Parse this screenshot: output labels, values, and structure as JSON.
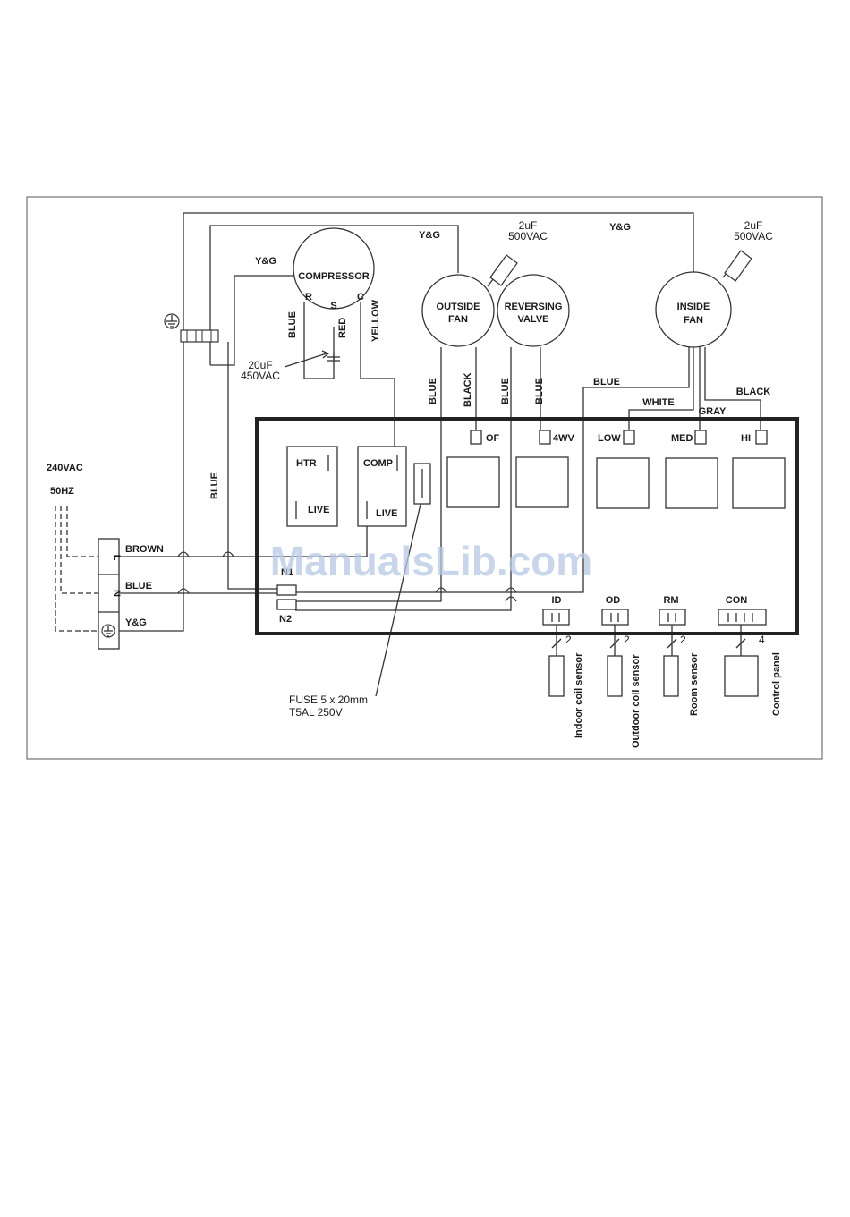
{
  "supply": {
    "voltage": "240VAC",
    "frequency": "50HZ"
  },
  "terminal_block": {
    "l_mark": "L",
    "n_mark": "N"
  },
  "wires": {
    "brown": "BROWN",
    "blue": "BLUE",
    "yg": "Y&G",
    "red": "RED",
    "yellow": "YELLOW",
    "black": "BLACK",
    "white": "WHITE",
    "gray": "GRAY"
  },
  "compressor": {
    "name": "COMPRESSOR",
    "r": "R",
    "s": "S",
    "c": "C",
    "cap_value": "20uF",
    "cap_voltage": "450VAC"
  },
  "outside_fan": {
    "line1": "OUTSIDE",
    "line2": "FAN",
    "cap_value": "2uF",
    "cap_voltage": "500VAC"
  },
  "reversing_valve": {
    "line1": "REVERSING",
    "line2": "VALVE"
  },
  "inside_fan": {
    "line1": "INSIDE",
    "line2": "FAN",
    "cap_value": "2uF",
    "cap_voltage": "500VAC"
  },
  "board": {
    "htr": "HTR",
    "comp": "COMP",
    "live": "LIVE",
    "of": "OF",
    "four_wv": "4WV",
    "low": "LOW",
    "med": "MED",
    "hi": "HI",
    "n1": "N1",
    "n2": "N2",
    "id": "ID",
    "od": "OD",
    "rm": "RM",
    "con": "CON"
  },
  "fuse": {
    "line1": "FUSE 5 x 20mm",
    "line2": "T5AL 250V"
  },
  "sensors": [
    {
      "name": "Indoor coil sensor",
      "count": "2"
    },
    {
      "name": "Outdoor coil sensor",
      "count": "2"
    },
    {
      "name": "Room sensor",
      "count": "2"
    },
    {
      "name": "Control panel",
      "count": "4"
    }
  ],
  "watermark": "ManualsLib.com"
}
